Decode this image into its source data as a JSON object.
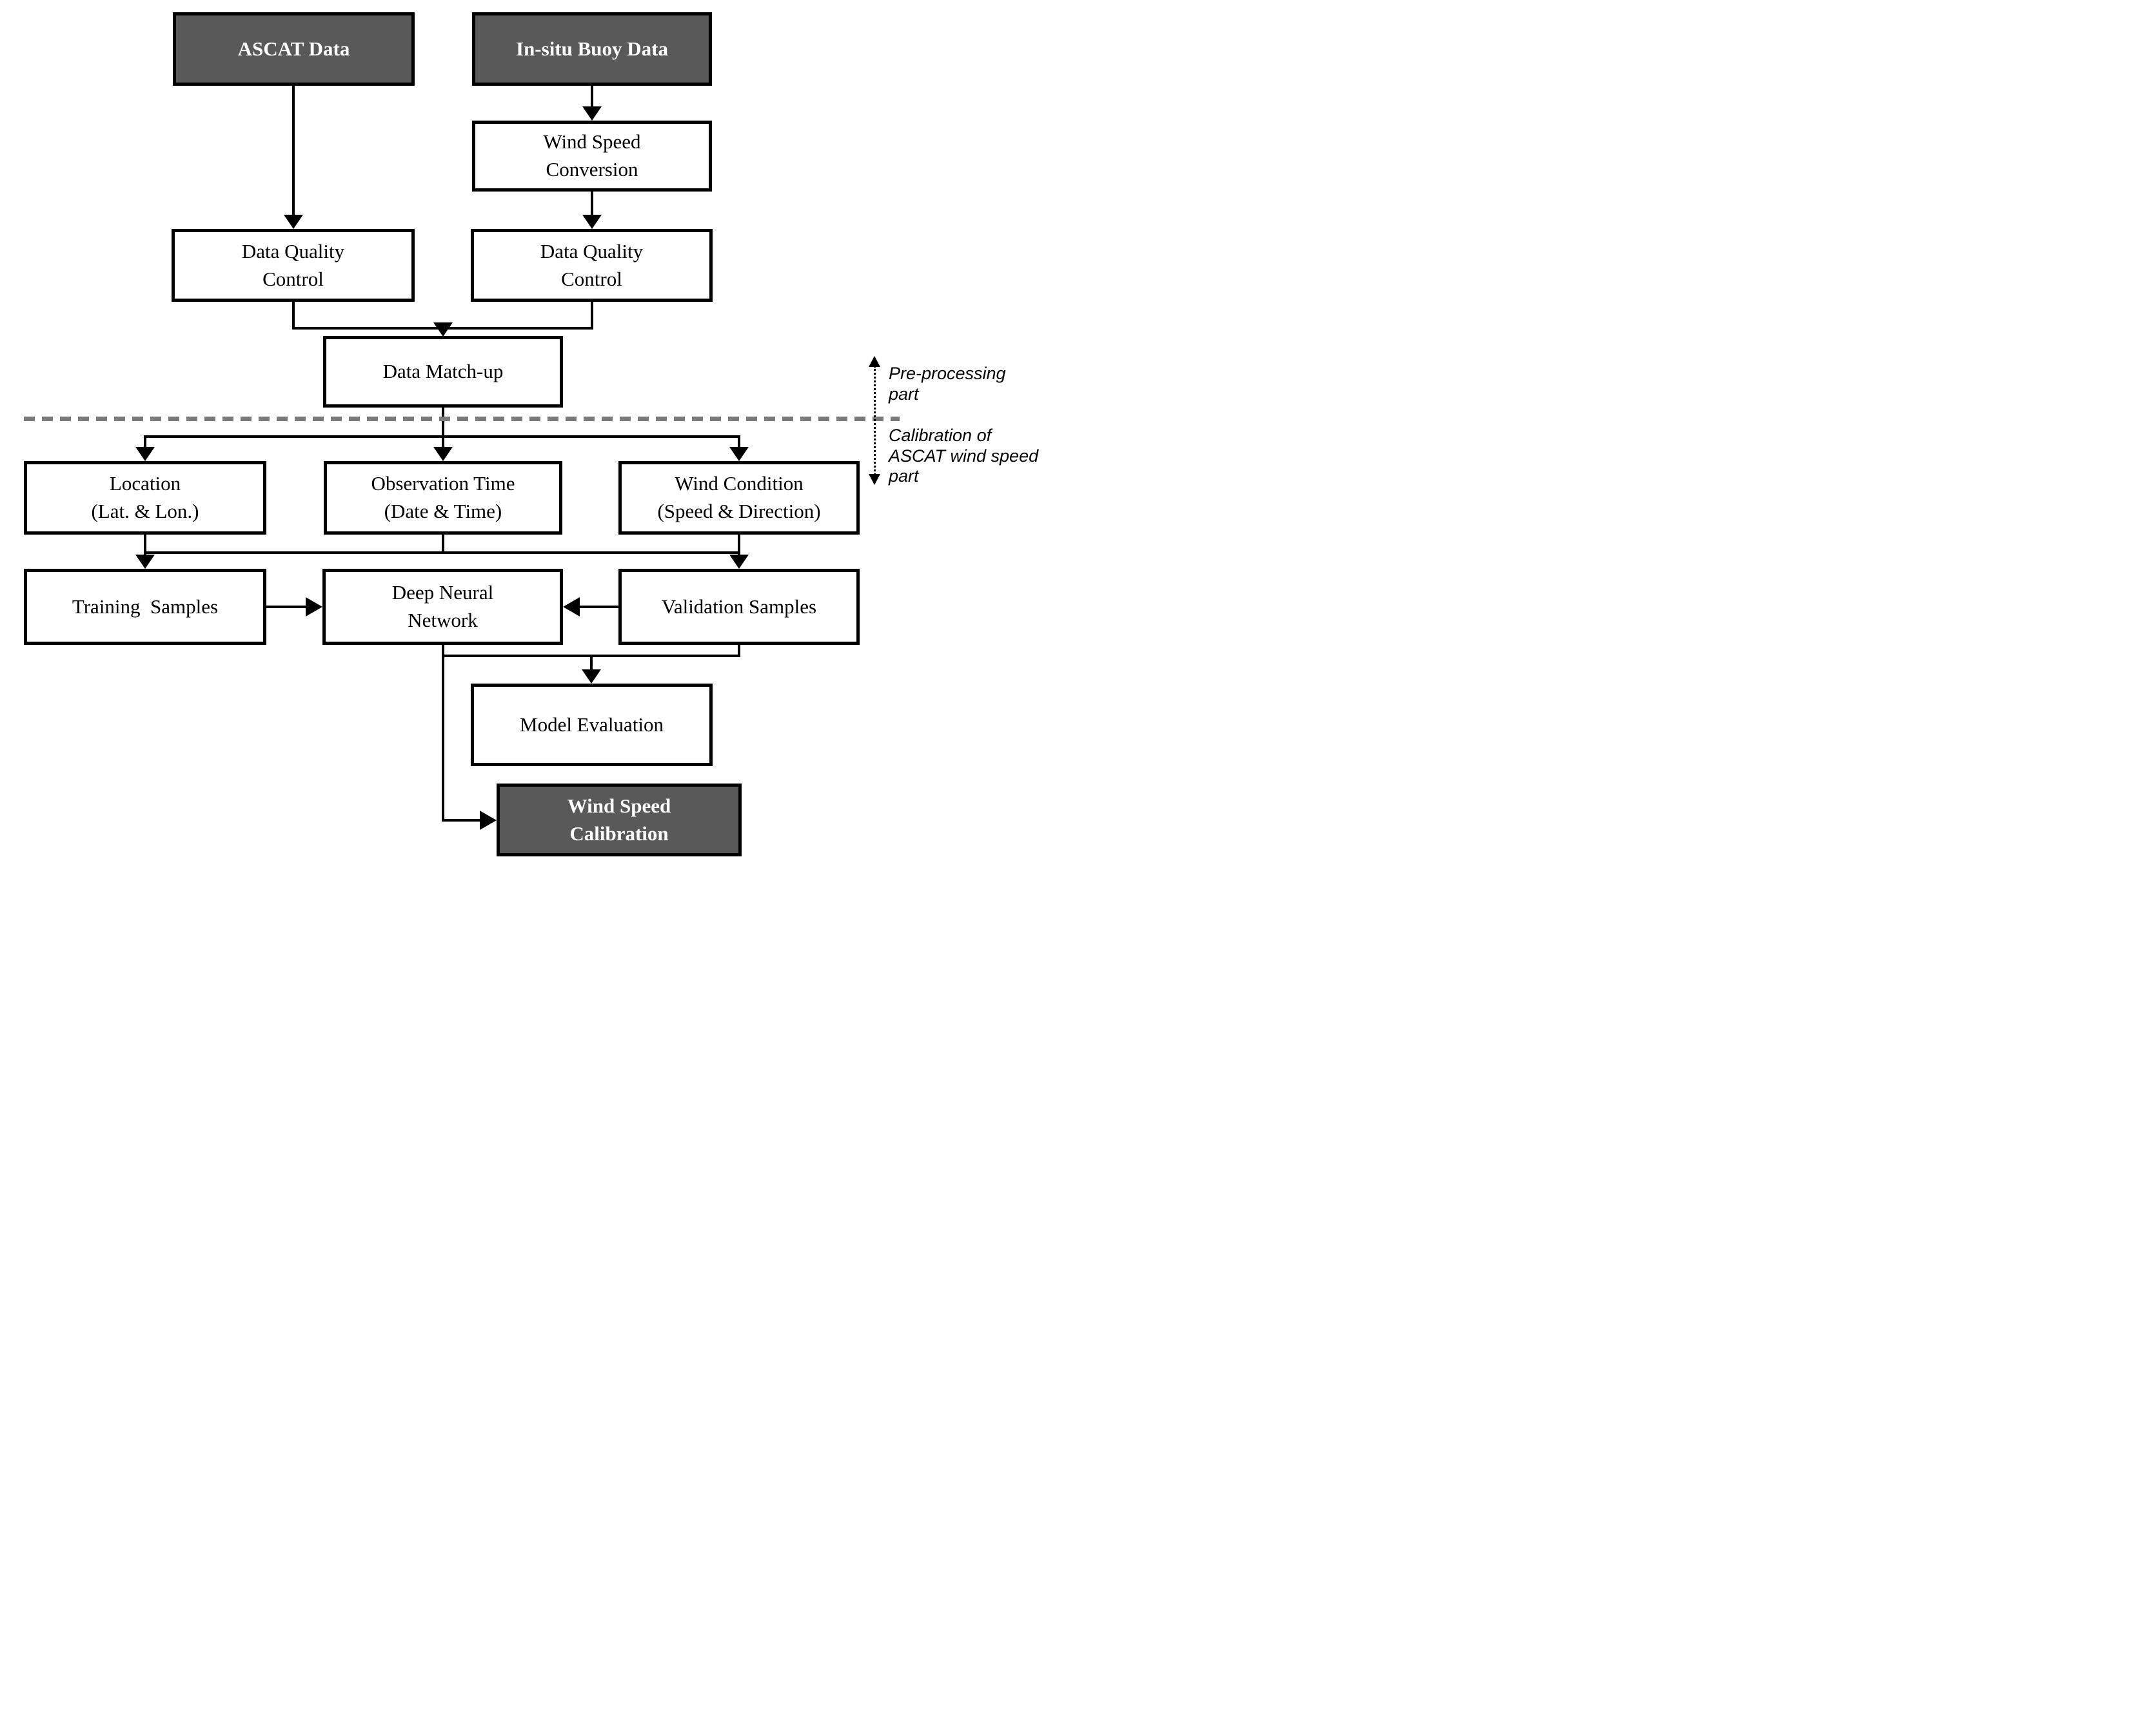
{
  "diagram": {
    "title": "ASCAT wind speed calibration flowchart",
    "colors": {
      "dark_fill": "#595959",
      "box_border": "#000000",
      "connector": "#000000",
      "dash_separator": "#7b7b7b",
      "light_fill": "#ffffff",
      "dark_text": "#ffffff",
      "light_text": "#000000"
    },
    "nodes": [
      {
        "id": "ascat-data",
        "label": "ASCAT Data",
        "style": "dark"
      },
      {
        "id": "in-situ-buoy-data",
        "label": "In-situ Buoy Data",
        "style": "dark"
      },
      {
        "id": "wind-speed-conversion",
        "label": "Wind Speed\nConversion",
        "style": "light"
      },
      {
        "id": "data-quality-control-left",
        "label": "Data Quality\nControl",
        "style": "light"
      },
      {
        "id": "data-quality-control-right",
        "label": "Data Quality\nControl",
        "style": "light"
      },
      {
        "id": "data-match-up",
        "label": "Data Match-up",
        "style": "light"
      },
      {
        "id": "location",
        "label": "Location\n(Lat. & Lon.)",
        "style": "light"
      },
      {
        "id": "observation-time",
        "label": "Observation Time\n(Date & Time)",
        "style": "light"
      },
      {
        "id": "wind-condition",
        "label": "Wind Condition\n(Speed & Direction)",
        "style": "light"
      },
      {
        "id": "training-samples",
        "label": "Training  Samples",
        "style": "light"
      },
      {
        "id": "deep-neural-network",
        "label": "Deep Neural\nNetwork",
        "style": "light"
      },
      {
        "id": "validation-samples",
        "label": "Validation Samples",
        "style": "light"
      },
      {
        "id": "model-evaluation",
        "label": "Model Evaluation",
        "style": "light"
      },
      {
        "id": "wind-speed-calibration",
        "label": "Wind Speed\nCalibration",
        "style": "dark"
      }
    ],
    "edges": [
      {
        "from": "ascat-data",
        "to": "data-quality-control-left"
      },
      {
        "from": "in-situ-buoy-data",
        "to": "wind-speed-conversion"
      },
      {
        "from": "wind-speed-conversion",
        "to": "data-quality-control-right"
      },
      {
        "from": "data-quality-control-left",
        "to": "data-match-up"
      },
      {
        "from": "data-quality-control-right",
        "to": "data-match-up"
      },
      {
        "from": "data-match-up",
        "to": "location"
      },
      {
        "from": "data-match-up",
        "to": "observation-time"
      },
      {
        "from": "data-match-up",
        "to": "wind-condition"
      },
      {
        "from": "location",
        "to": "training-samples"
      },
      {
        "from": "observation-time",
        "to": "sample-bus"
      },
      {
        "from": "wind-condition",
        "to": "validation-samples"
      },
      {
        "from": "training-samples",
        "to": "deep-neural-network"
      },
      {
        "from": "validation-samples",
        "to": "deep-neural-network"
      },
      {
        "from": "deep-neural-network",
        "to": "model-evaluation"
      },
      {
        "from": "validation-samples",
        "to": "model-evaluation"
      },
      {
        "from": "deep-neural-network",
        "to": "wind-speed-calibration"
      }
    ],
    "annotations": {
      "pre_processing": "Pre-processing\npart",
      "calibration": "Calibration of\nASCAT wind speed\npart"
    }
  }
}
